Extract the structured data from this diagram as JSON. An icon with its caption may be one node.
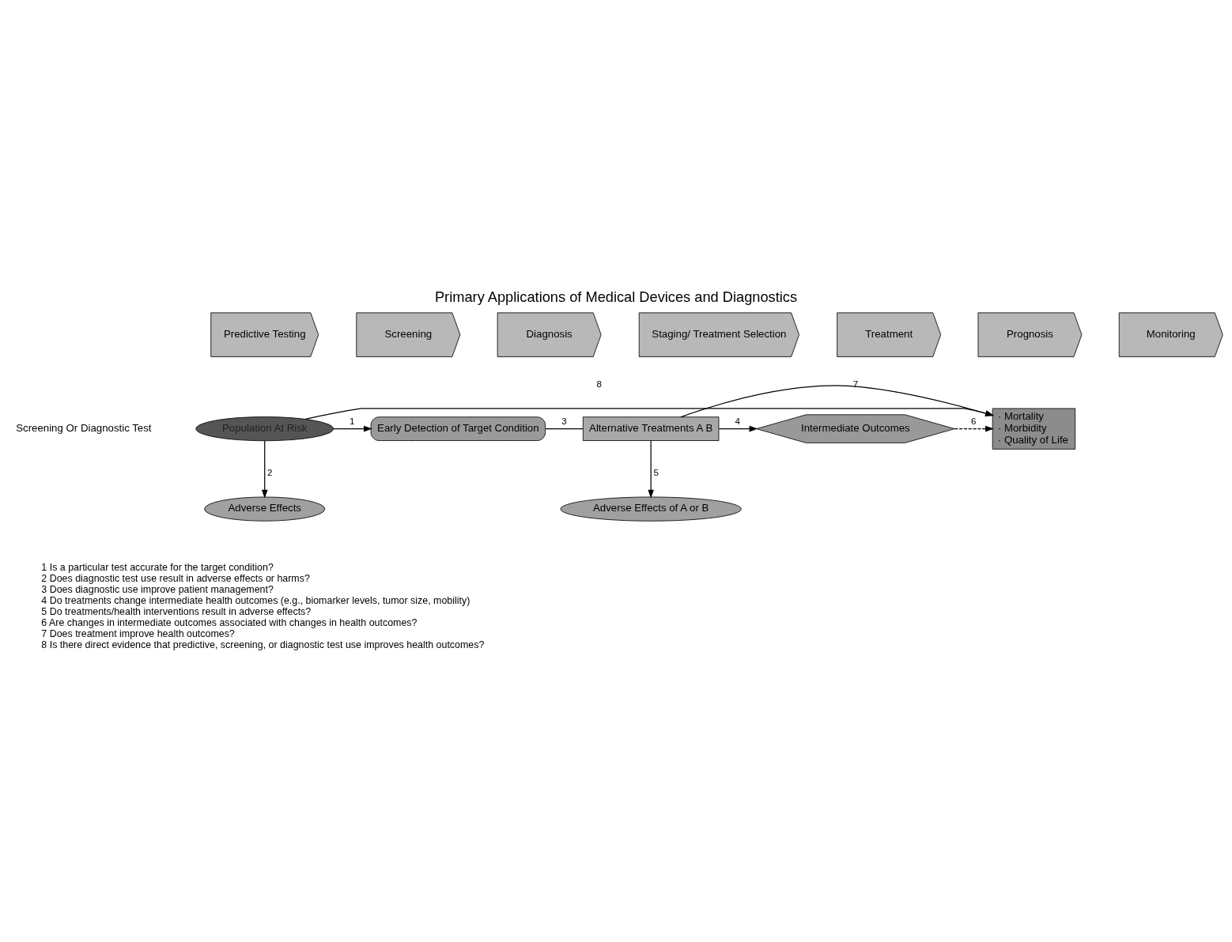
{
  "diagram": {
    "title": "Primary Applications of Medical Devices and Diagnostics",
    "nodes": [
      {
        "text": [
          "Predictive Testing"
        ]
      },
      {
        "text": [
          "Screening"
        ]
      },
      {
        "text": [
          "Diagnosis"
        ]
      },
      {
        "text": [
          "Staging/ Treatment Selection"
        ]
      },
      {
        "text": [
          "Treatment"
        ]
      },
      {
        "text": [
          "Prognosis"
        ]
      },
      {
        "text": [
          "Monitoring"
        ]
      },
      {
        "text": [
          "Population At Risk"
        ]
      },
      {
        "text": [
          "Early Detection of Target Condition"
        ]
      },
      {
        "text": [
          "Alternative Treatments A B"
        ]
      },
      {
        "text": [
          "Intermediate Outcomes"
        ]
      },
      {
        "text": [
          "· Mortality",
          "· Morbidity",
          "· Quality of Life"
        ]
      },
      {
        "text": [
          "Adverse Effects"
        ]
      },
      {
        "text": [
          "Adverse Effects of A or B"
        ]
      }
    ],
    "edges": [
      {
        "from": 7,
        "to": 8,
        "label": "1",
        "arrow": "to"
      },
      {
        "from": 7,
        "to": 12,
        "label": "2",
        "arrow": "to"
      },
      {
        "from": 8,
        "to": 9,
        "label": "3",
        "arrow": "none"
      },
      {
        "from": 9,
        "to": 10,
        "label": "4",
        "arrow": "to"
      },
      {
        "from": 9,
        "to": 13,
        "label": "5",
        "arrow": "to"
      },
      {
        "from": 10,
        "to": 11,
        "label": "6",
        "arrow": "to",
        "style": "dashed"
      },
      {
        "from": 9,
        "to": 11,
        "label": "7",
        "arrow": "to"
      },
      {
        "from": 7,
        "to": 11,
        "label": "8",
        "arrow": "to"
      }
    ],
    "labels": [
      "Screening Or Diagnostic Test",
      "1 Is a particular test accurate for the target condition?",
      "2 Does diagnostic test use result in adverse effects or harms?",
      "3 Does diagnostic use improve patient management?",
      "4 Do treatments change intermediate health outcomes (e.g., biomarker levels, tumor size, mobility)",
      "5 Do treatments/health interventions result in adverse effects?",
      "6 Are changes in intermediate outcomes associated with changes in health outcomes?",
      "7 Does treatment improve health outcomes?",
      "8 Is there direct evidence that predictive, screening, or diagnostic test use improves health outcomes?"
    ]
  }
}
